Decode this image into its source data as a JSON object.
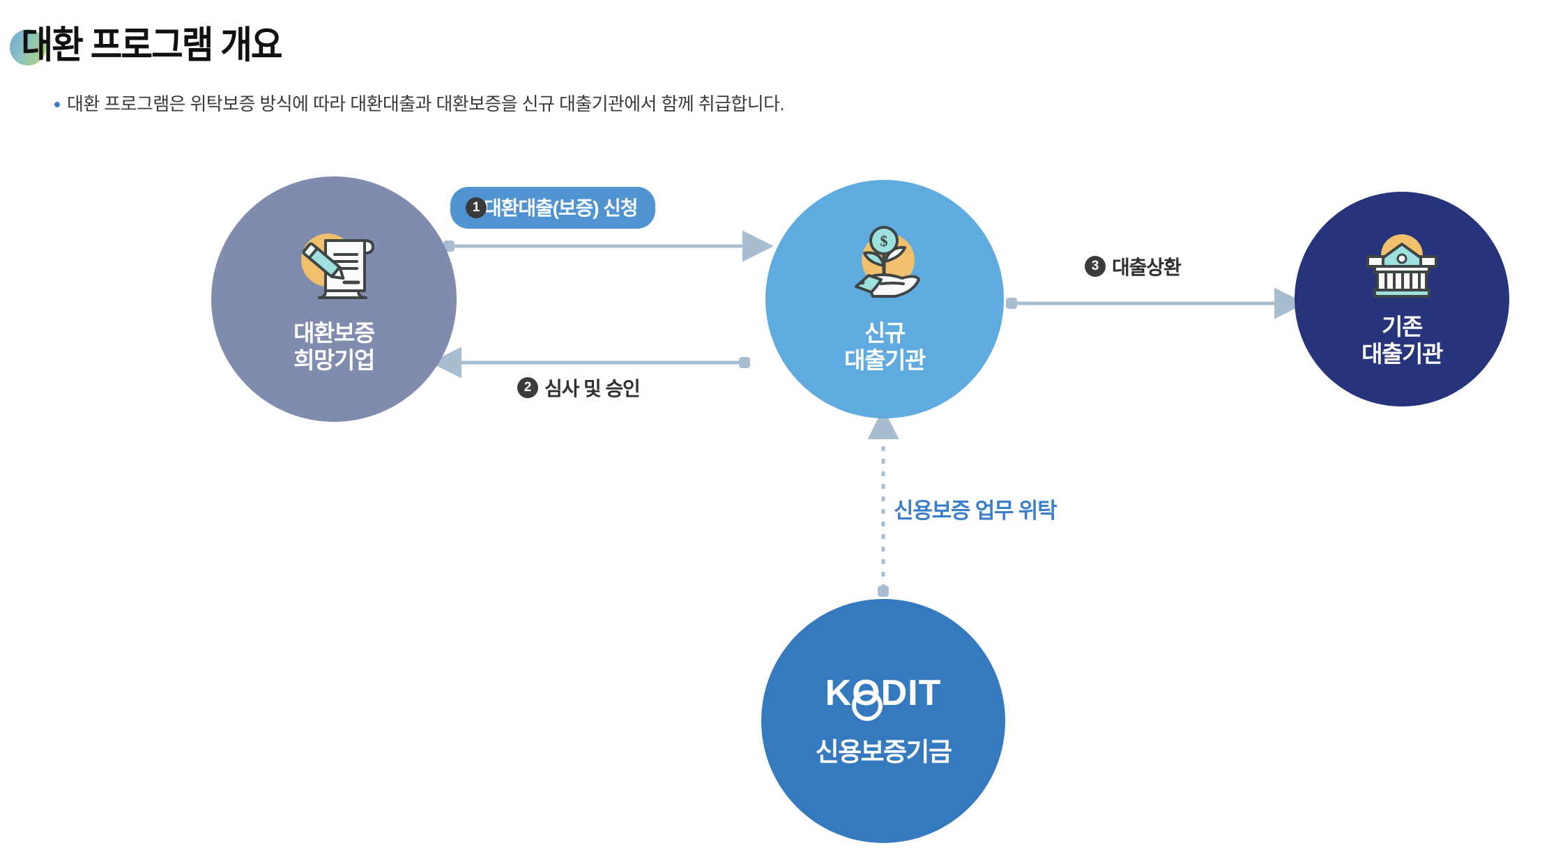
{
  "header": {
    "title": "대환 프로그램 개요",
    "bullet_text": "대환 프로그램은 위탁보증 방식에 따라 대환대출과 대환보증을 신규 대출기관에서 함께 취급합니다."
  },
  "diagram": {
    "nodes": [
      {
        "id": "company",
        "label": "대환보증\n희망기업",
        "icon": "contract-signing-icon",
        "color": "#7f8cae"
      },
      {
        "id": "new-lender",
        "label": "신규\n대출기관",
        "icon": "money-plant-hand-icon",
        "color": "#5fabdf"
      },
      {
        "id": "existing-lender",
        "label": "기존\n대출기관",
        "icon": "bank-building-icon",
        "color": "#27347c"
      },
      {
        "id": "kodit",
        "logo": "KODIT",
        "label": "신용보증기금",
        "color": "#3579bf"
      }
    ],
    "edges": [
      {
        "id": "step-1",
        "number": "1",
        "text": "대환대출(보증) 신청",
        "style": "pill",
        "from": "company",
        "to": "new-lender"
      },
      {
        "id": "step-2",
        "number": "2",
        "text": "심사 및 승인",
        "style": "plain",
        "from": "new-lender",
        "to": "company"
      },
      {
        "id": "step-3",
        "number": "3",
        "text": "대출상환",
        "style": "plain",
        "from": "new-lender",
        "to": "existing-lender"
      },
      {
        "id": "delegate",
        "text": "신용보증 업무 위탁",
        "style": "dotted",
        "from": "kodit",
        "to": "new-lender"
      }
    ]
  },
  "colors": {
    "arrow": "#a9bdd0",
    "pill": "#4f93d1",
    "badge": "#3b3b3b",
    "delegate_text": "#3b7fcb",
    "bullet": "#3c7fc4"
  }
}
